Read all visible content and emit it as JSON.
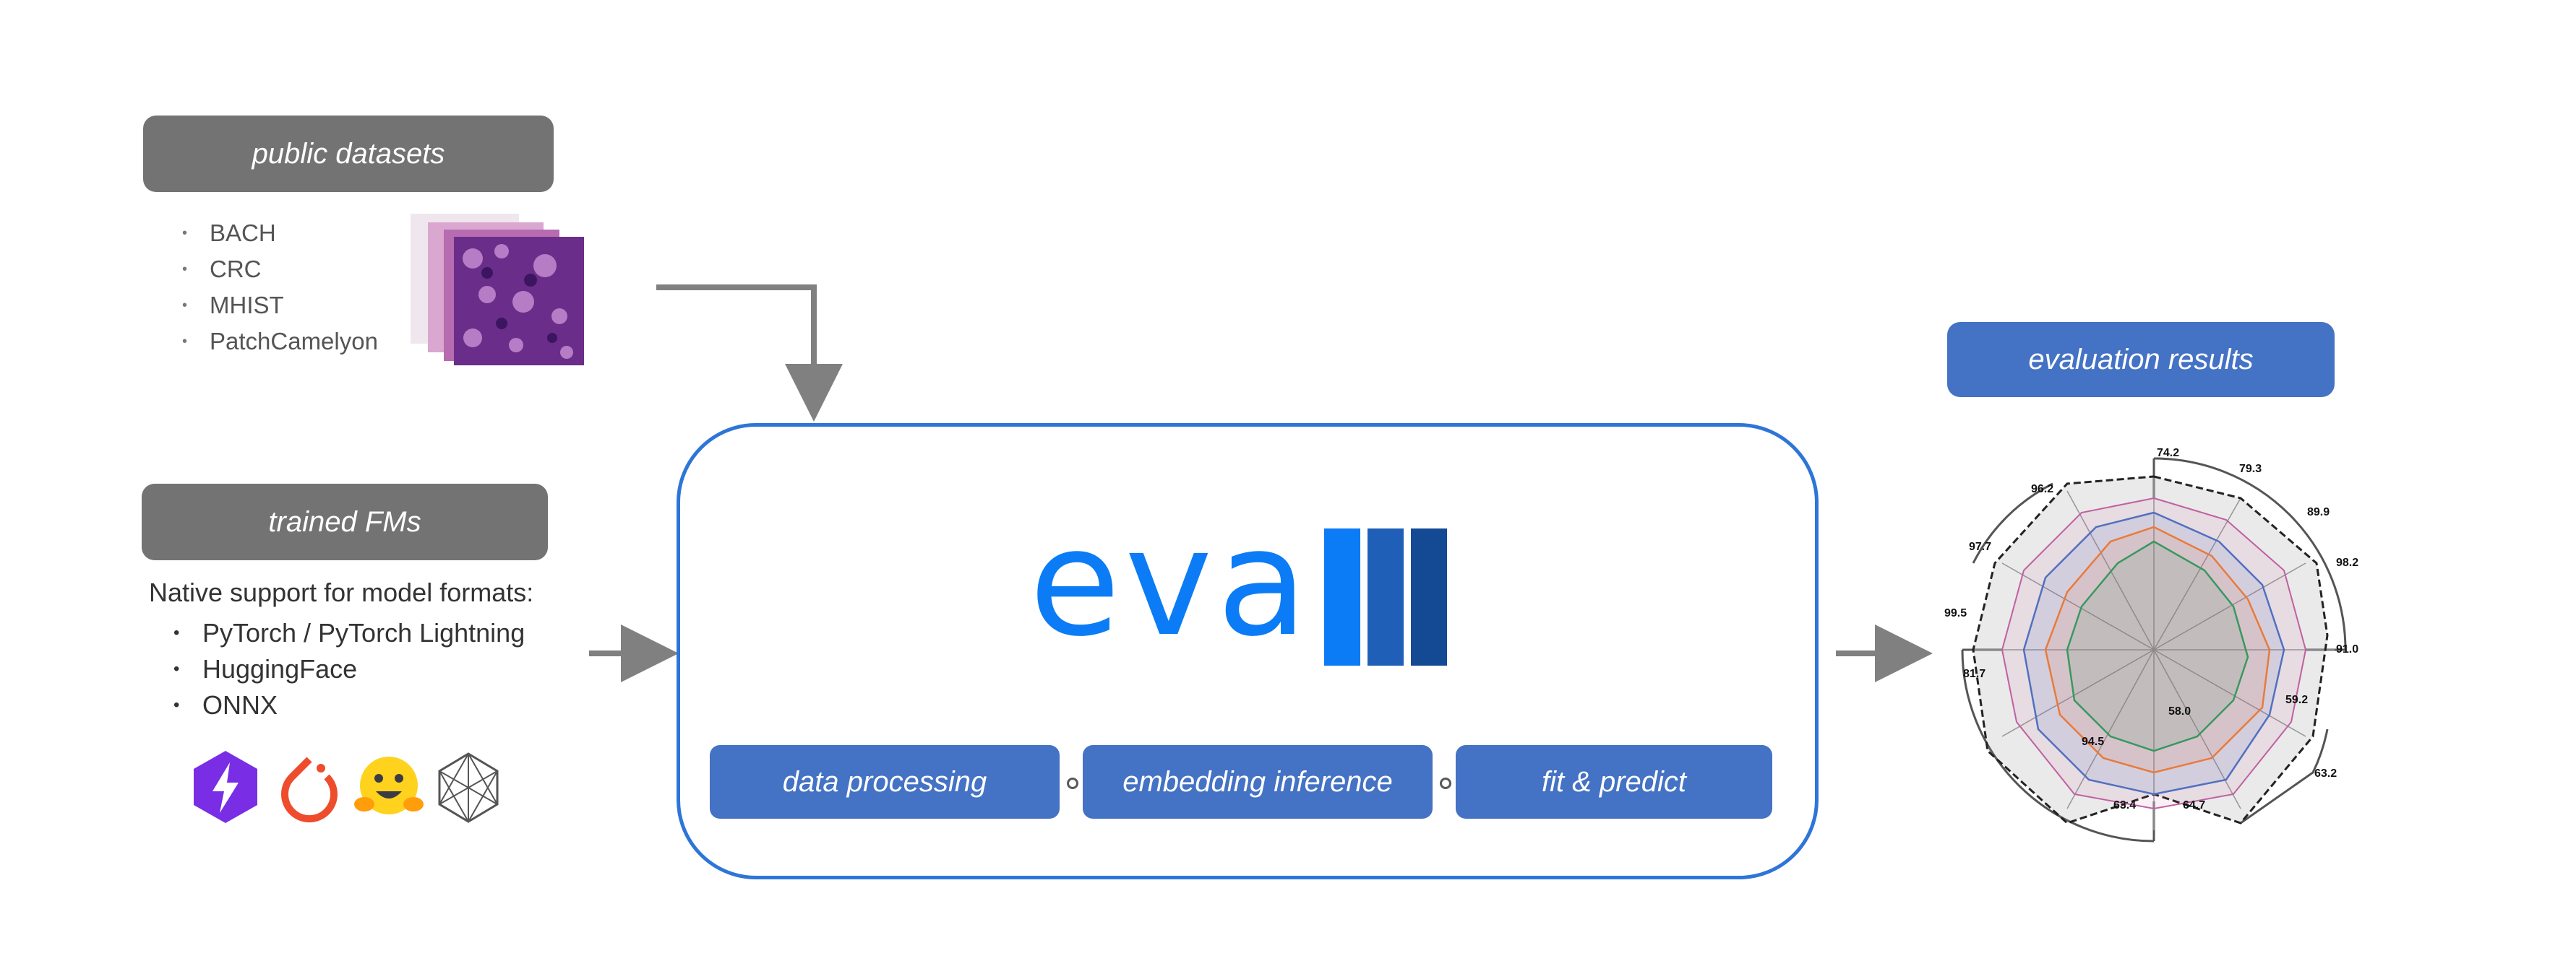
{
  "datasets": {
    "title": "public datasets",
    "items": [
      "BACH",
      "CRC",
      "MHIST",
      "PatchCamelyon"
    ]
  },
  "fms": {
    "title": "trained FMs",
    "intro": "Native support for model formats:",
    "items": [
      "PyTorch / PyTorch Lightning",
      "HuggingFace",
      "ONNX"
    ],
    "logos": [
      "lightning-icon",
      "pytorch-icon",
      "huggingface-icon",
      "onnx-icon"
    ]
  },
  "eva": {
    "brand": "eva",
    "steps": [
      "data processing",
      "embedding inference",
      "fit & predict"
    ]
  },
  "results": {
    "title": "evaluation results",
    "labels": [
      "74.2",
      "79.3",
      "89.9",
      "98.2",
      "91.0",
      "59.2",
      "63.2",
      "58.0",
      "63.4",
      "64.7",
      "94.5",
      "81.7",
      "99.5",
      "97.7",
      "96.2"
    ]
  },
  "colors": {
    "gray_pill": "#737373",
    "blue_pill": "#4472c4",
    "eva_blue": "#0b7cf5",
    "box_border": "#2e75d8",
    "arrow": "#808080"
  }
}
